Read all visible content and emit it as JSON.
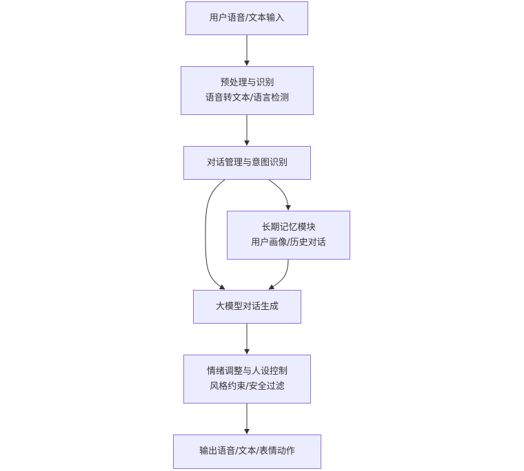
{
  "diagram": {
    "type": "flowchart",
    "direction": "top-down",
    "colors": {
      "node_fill": "#ececff",
      "node_border": "#9370db",
      "text": "#333333",
      "edge": "#333333",
      "background": "#ffffff"
    },
    "nodes": [
      {
        "id": "input",
        "lines": [
          "用户语音/文本输入"
        ]
      },
      {
        "id": "preprocess",
        "lines": [
          "预处理与识别",
          "语音转文本/语言检测"
        ]
      },
      {
        "id": "dialog",
        "lines": [
          "对话管理与意图识别"
        ]
      },
      {
        "id": "memory",
        "lines": [
          "长期记忆模块",
          "用户画像/历史对话"
        ]
      },
      {
        "id": "llm",
        "lines": [
          "大模型对话生成"
        ]
      },
      {
        "id": "emotion",
        "lines": [
          "情绪调整与人设控制",
          "风格约束/安全过滤"
        ]
      },
      {
        "id": "output",
        "lines": [
          "输出语音/文本/表情动作"
        ]
      }
    ],
    "edges": [
      {
        "from": "input",
        "to": "preprocess"
      },
      {
        "from": "preprocess",
        "to": "dialog"
      },
      {
        "from": "dialog",
        "to": "memory"
      },
      {
        "from": "dialog",
        "to": "llm"
      },
      {
        "from": "memory",
        "to": "llm"
      },
      {
        "from": "llm",
        "to": "emotion"
      },
      {
        "from": "emotion",
        "to": "output"
      }
    ]
  }
}
